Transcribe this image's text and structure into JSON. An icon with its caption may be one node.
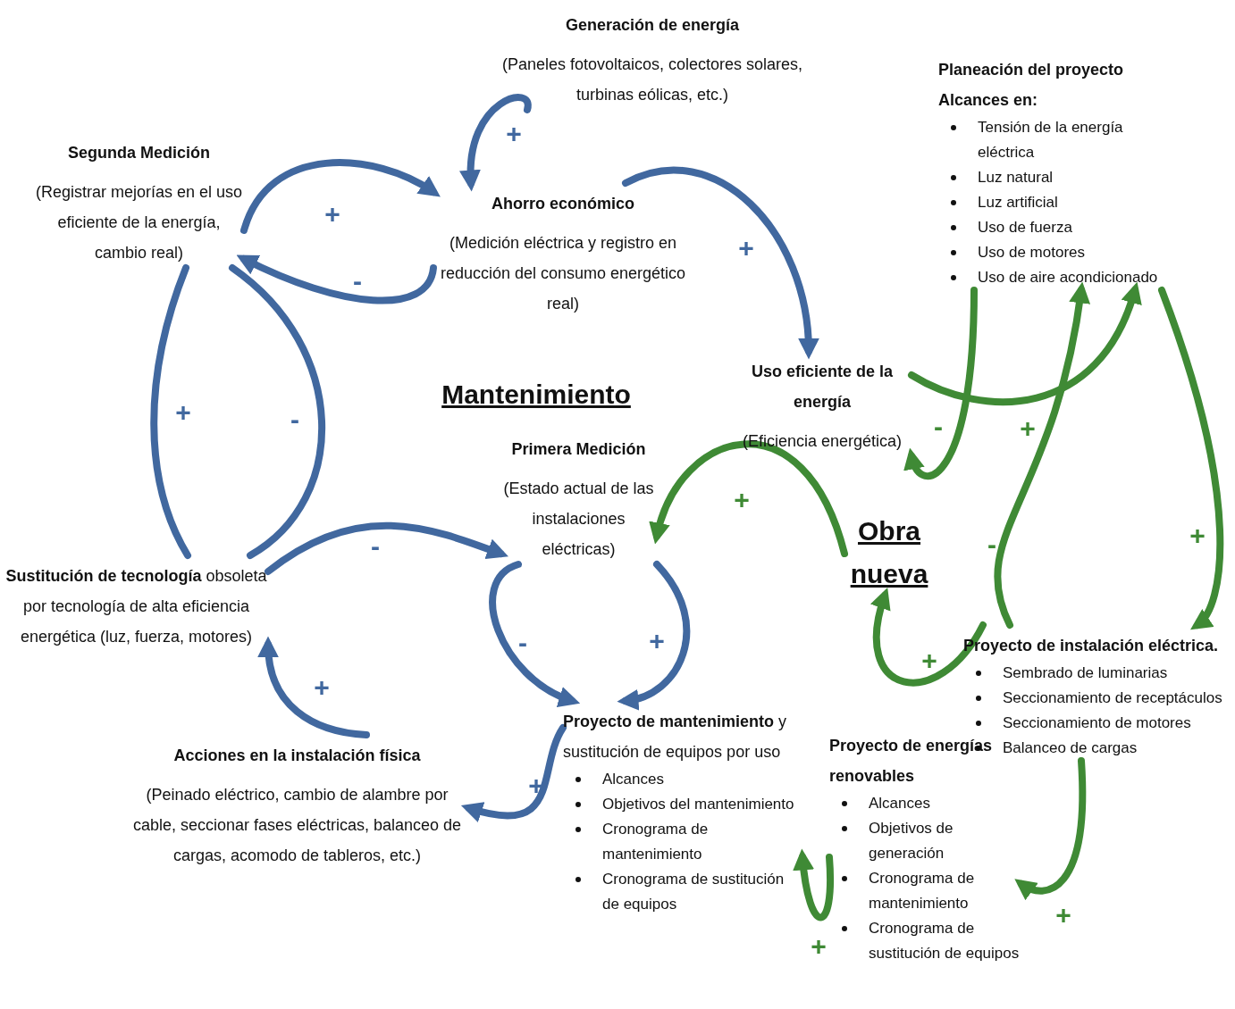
{
  "diagram": {
    "nodes": [
      {
        "text": [
          "Generación de energía",
          "(Paneles fotovoltaicos, colectores solares, turbinas eólicas, etc.)"
        ]
      },
      {
        "text": [
          "Planeación del proyecto",
          "Alcances en:",
          "Tensión de la energía eléctrica",
          "Luz natural",
          "Luz artificial",
          "Uso de fuerza",
          "Uso de motores",
          "Uso de aire acondicionado"
        ]
      },
      {
        "text": [
          "Segunda Medición",
          "(Registrar mejorías en el uso eficiente de la energía, cambio real)"
        ]
      },
      {
        "text": [
          "Ahorro económico",
          "(Medición eléctrica y registro en reducción del consumo energético real)"
        ]
      },
      {
        "text": [
          "Mantenimiento"
        ]
      },
      {
        "text": [
          "Uso eficiente de la energía",
          "(Eficiencia energética)"
        ]
      },
      {
        "text": [
          "Primera Medición",
          "(Estado actual de las instalaciones eléctricas)"
        ]
      },
      {
        "text": [
          "Obra nueva"
        ]
      },
      {
        "text": [
          "**Sustitución de tecnología** obsoleta por tecnología de alta eficiencia energética (luz, fuerza, motores)"
        ]
      },
      {
        "text": [
          "Proyecto de instalación eléctrica.",
          "Sembrado de luminarias",
          "Seccionamiento de receptáculos",
          "Seccionamiento de motores",
          "Balanceo de cargas"
        ]
      },
      {
        "text": [
          "Acciones en la instalación física",
          "(Peinado eléctrico, cambio de alambre por cable, seccionar fases eléctricas, balanceo de cargas, acomodo de tableros, etc.)"
        ]
      },
      {
        "text": [
          "**Proyecto de mantenimiento** y sustitución de equipos por uso",
          "Alcances",
          "Objetivos del mantenimiento",
          "Cronograma de mantenimiento",
          "Cronograma de sustitución de equipos"
        ]
      },
      {
        "text": [
          "Proyecto de energías renovables",
          "Alcances",
          "Objetivos de generación",
          "Cronograma de mantenimiento",
          "Cronograma de sustitución de equipos"
        ]
      }
    ],
    "edges": [
      {
        "from": 0,
        "to": 3,
        "arrow": "to",
        "label": "+"
      },
      {
        "from": 2,
        "to": 3,
        "arrow": "to",
        "label": "+"
      },
      {
        "from": 3,
        "to": 2,
        "arrow": "to",
        "label": "-"
      },
      {
        "from": 3,
        "to": 5,
        "arrow": "to",
        "label": "+"
      },
      {
        "from": 2,
        "to": 8,
        "arrow": "none",
        "label": "+"
      },
      {
        "from": 8,
        "to": 2,
        "arrow": "none",
        "label": "-"
      },
      {
        "from": 8,
        "to": 6,
        "arrow": "to",
        "label": "-"
      },
      {
        "from": 6,
        "to": 11,
        "arrow": "to",
        "label": "-"
      },
      {
        "from": 6,
        "to": 11,
        "arrow": "to",
        "label": "+"
      },
      {
        "from": 11,
        "to": 10,
        "arrow": "to",
        "label": "+"
      },
      {
        "from": 10,
        "to": 8,
        "arrow": "to",
        "label": "+"
      },
      {
        "from": 5,
        "to": 1,
        "arrow": "to",
        "label": "+",
        "color": "#3f8a35"
      },
      {
        "from": 1,
        "to": 5,
        "arrow": "to",
        "label": "-",
        "color": "#3f8a35"
      },
      {
        "from": 7,
        "to": 6,
        "arrow": "to",
        "label": "+",
        "color": "#3f8a35"
      },
      {
        "from": 9,
        "to": 1,
        "arrow": "to",
        "label": "-",
        "color": "#3f8a35"
      },
      {
        "from": 1,
        "to": 9,
        "arrow": "to",
        "label": "+",
        "color": "#3f8a35"
      },
      {
        "from": 9,
        "to": 7,
        "arrow": "to",
        "label": "+",
        "color": "#3f8a35"
      },
      {
        "from": 12,
        "to": 11,
        "arrow": "to",
        "label": "+",
        "color": "#3f8a35"
      },
      {
        "from": 9,
        "to": 12,
        "arrow": "to",
        "label": "+",
        "color": "#3f8a35"
      }
    ]
  }
}
